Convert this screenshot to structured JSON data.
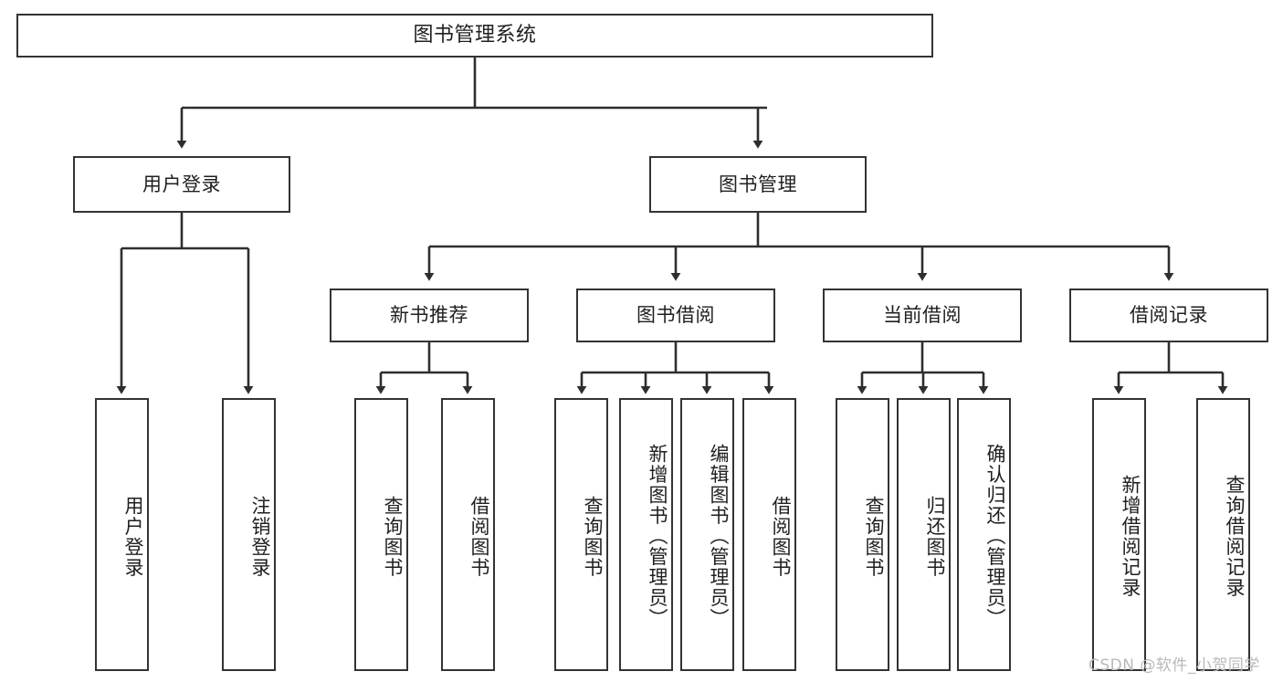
{
  "diagram": {
    "title": "图书管理系统",
    "type": "tree",
    "colors": {
      "stroke": "#333333",
      "fill": "#ffffff",
      "text": "#1f1f1f",
      "watermark": "#b9b9b9"
    },
    "root": {
      "label": "图书管理系统"
    },
    "level2": [
      {
        "id": "user-login",
        "label": "用户登录"
      },
      {
        "id": "book-manage",
        "label": "图书管理"
      }
    ],
    "level3": [
      {
        "id": "new-book-recommend",
        "label": "新书推荐",
        "parent": "book-manage"
      },
      {
        "id": "book-borrow",
        "label": "图书借阅",
        "parent": "book-manage"
      },
      {
        "id": "current-borrow",
        "label": "当前借阅",
        "parent": "book-manage"
      },
      {
        "id": "borrow-record",
        "label": "借阅记录",
        "parent": "book-manage"
      }
    ],
    "leaves": {
      "user-login": [
        {
          "id": "leaf-user-login",
          "label": "用户登录"
        },
        {
          "id": "leaf-user-logout",
          "label": "注销登录"
        }
      ],
      "new-book-recommend": [
        {
          "id": "leaf-query-book-1",
          "label": "查询图书"
        },
        {
          "id": "leaf-borrow-book-1",
          "label": "借阅图书"
        }
      ],
      "book-borrow": [
        {
          "id": "leaf-query-book-2",
          "label": "查询图书"
        },
        {
          "id": "leaf-add-book",
          "label": "新增图书（管理员）"
        },
        {
          "id": "leaf-edit-book",
          "label": "编辑图书（管理员）"
        },
        {
          "id": "leaf-borrow-book-2",
          "label": "借阅图书"
        }
      ],
      "current-borrow": [
        {
          "id": "leaf-query-book-3",
          "label": "查询图书"
        },
        {
          "id": "leaf-return-book",
          "label": "归还图书"
        },
        {
          "id": "leaf-confirm-return",
          "label": "确认归还（管理员）"
        }
      ],
      "borrow-record": [
        {
          "id": "leaf-add-record",
          "label": "新增借阅记录"
        },
        {
          "id": "leaf-query-record",
          "label": "查询借阅记录"
        }
      ]
    }
  },
  "watermark": {
    "text": "CSDN @软件_小贺同学"
  }
}
